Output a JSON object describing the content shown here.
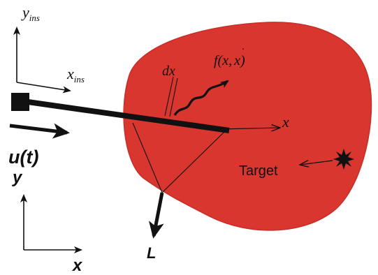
{
  "colors": {
    "tissue": "#d9362f",
    "tissue_edge": "#c82d27",
    "ink": "#111111"
  },
  "labels": {
    "y_ins": "y",
    "y_ins_sub": "ins",
    "x_ins": "x",
    "x_ins_sub": "ins",
    "u_t": "u(t)",
    "dx": "dx",
    "force": "f(x,",
    "force_x": "x",
    "force_close": ")",
    "needle_axis_x": "x",
    "target": "Target",
    "world_y": "y",
    "world_x": "x",
    "L": "L"
  },
  "icons": {
    "target": "starburst-icon"
  }
}
